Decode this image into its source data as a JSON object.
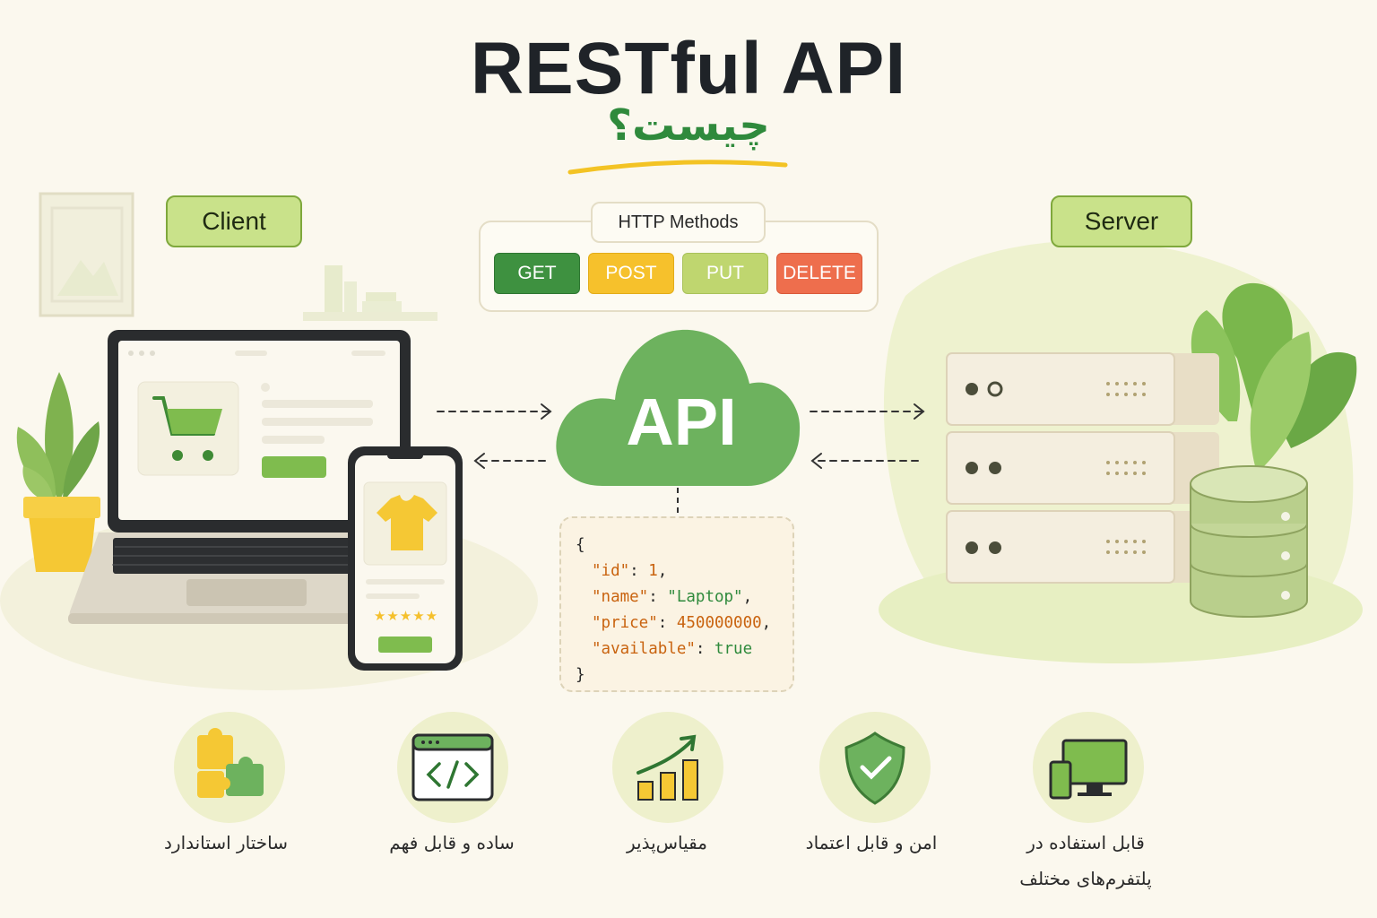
{
  "title": "RESTful API",
  "subtitle": "چیست؟",
  "client_label": "Client",
  "server_label": "Server",
  "http": {
    "title": "HTTP Methods",
    "methods": [
      {
        "label": "GET",
        "color": "#3e9140"
      },
      {
        "label": "POST",
        "color": "#f6c12c"
      },
      {
        "label": "PUT",
        "color": "#bfd66f"
      },
      {
        "label": "DELETE",
        "color": "#ee6e4d"
      }
    ]
  },
  "api_label": "API",
  "json": {
    "open": "{",
    "close": "}",
    "lines": [
      {
        "key": "\"id\"",
        "value": "1",
        "type": "n",
        "comma": ","
      },
      {
        "key": "\"name\"",
        "value": "\"Laptop\"",
        "type": "s",
        "comma": ","
      },
      {
        "key": "\"price\"",
        "value": "450000000",
        "type": "n",
        "comma": ","
      },
      {
        "key": "\"available\"",
        "value": "true",
        "type": "b",
        "comma": ""
      }
    ]
  },
  "phone_rating_stars": "★★★★★",
  "features": [
    {
      "label": "ساختار استاندارد",
      "icon": "puzzle-icon"
    },
    {
      "label": "ساده و قابل فهم",
      "icon": "code-window-icon"
    },
    {
      "label": "مقیاس‌پذیر",
      "icon": "growth-chart-icon"
    },
    {
      "label": "امن و قابل اعتماد",
      "icon": "shield-check-icon"
    },
    {
      "label": "قابل استفاده در پلتفرم‌های مختلف",
      "icon": "devices-icon"
    }
  ],
  "colors": {
    "accent_green": "#6db25e",
    "tag_green": "#c9e28a",
    "background": "#fbf8ee"
  }
}
